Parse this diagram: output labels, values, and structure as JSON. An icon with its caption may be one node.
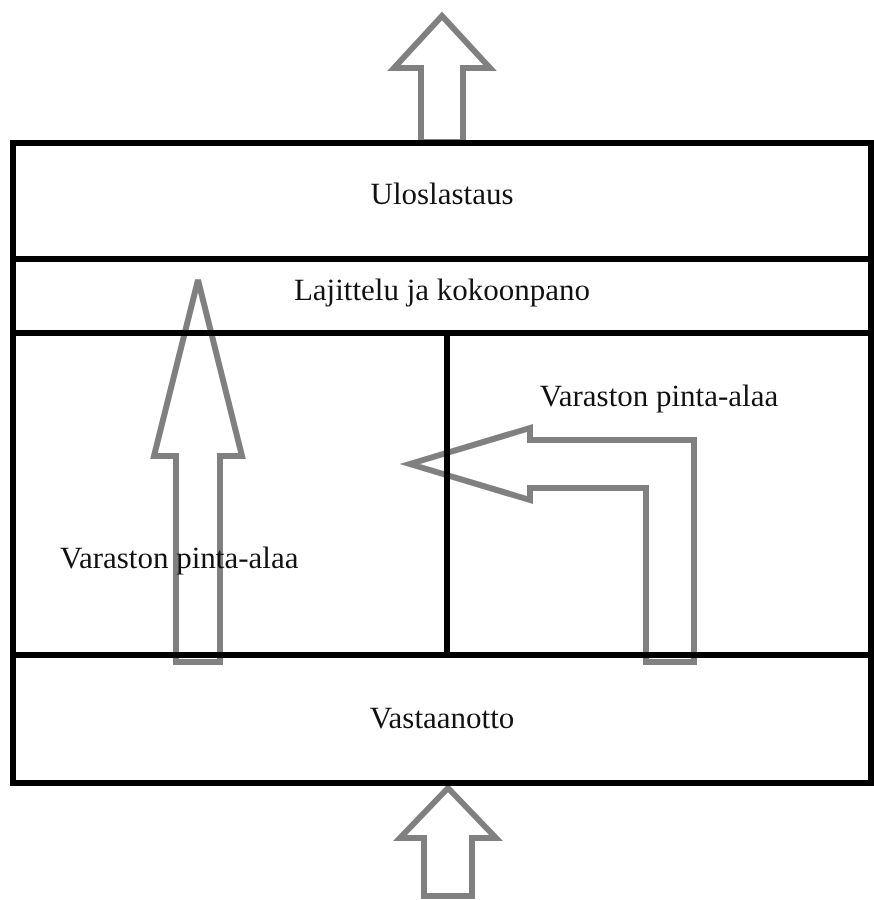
{
  "diagram": {
    "nodes": [
      {
        "text": [
          "Uloslastaus"
        ]
      },
      {
        "text": [
          "Lajittelu ja kokoonpano"
        ]
      },
      {
        "text": [
          "Varaston pinta-alaa"
        ]
      },
      {
        "text": [
          "Varaston pinta-alaa"
        ]
      },
      {
        "text": [
          "Vastaanotto"
        ]
      }
    ],
    "edges": [
      {
        "from": 0,
        "to": null,
        "arrow": "to"
      },
      {
        "from": 4,
        "to": 1,
        "arrow": "to"
      },
      {
        "from": 4,
        "to": 3,
        "arrow": "to"
      },
      {
        "from": null,
        "to": 4,
        "arrow": "to"
      }
    ]
  }
}
